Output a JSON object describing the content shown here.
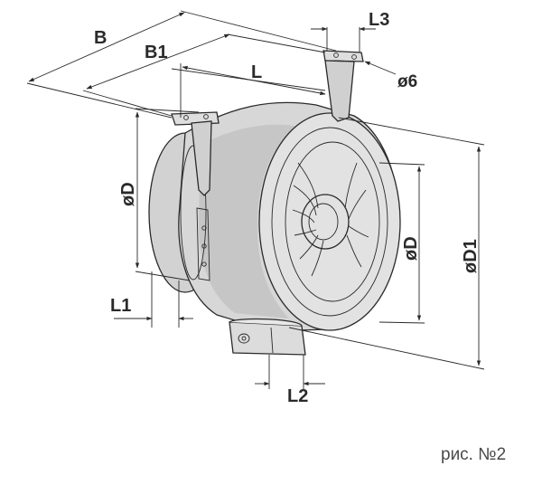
{
  "labels": {
    "B": "B",
    "B1": "B1",
    "L": "L",
    "L3": "L3",
    "d6": "ø6",
    "D_left": "øD",
    "D_right": "øD",
    "D1": "øD1",
    "L1": "L1",
    "L2": "L2"
  },
  "caption": "рис. №2",
  "colors": {
    "line": "#2a2a2a",
    "housing": "#d7d7d7",
    "housing_shade": "#c2c2c2",
    "bracket": "#dcdcdc"
  }
}
